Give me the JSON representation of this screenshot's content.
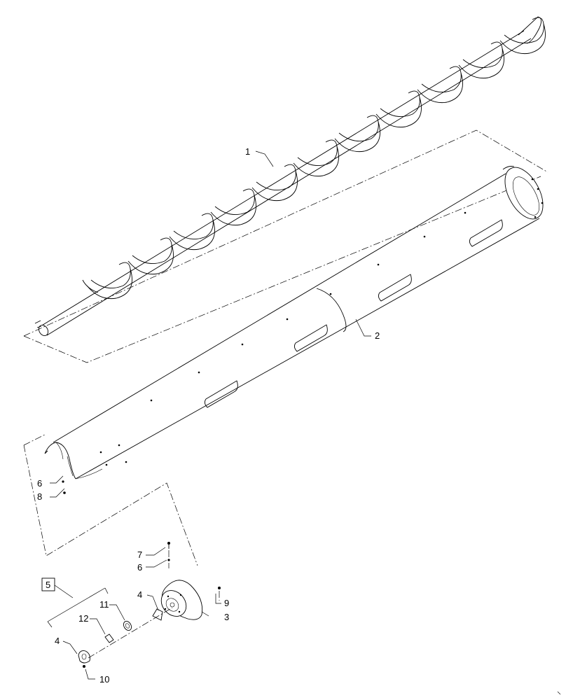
{
  "callouts": {
    "c1": "1",
    "c2": "2",
    "c3": "3",
    "c4a": "4",
    "c4b": "4",
    "c5": "5",
    "c6a": "6",
    "c6b": "6",
    "c7": "7",
    "c8": "8",
    "c9": "9",
    "c10": "10",
    "c11": "11",
    "c12": "12"
  }
}
